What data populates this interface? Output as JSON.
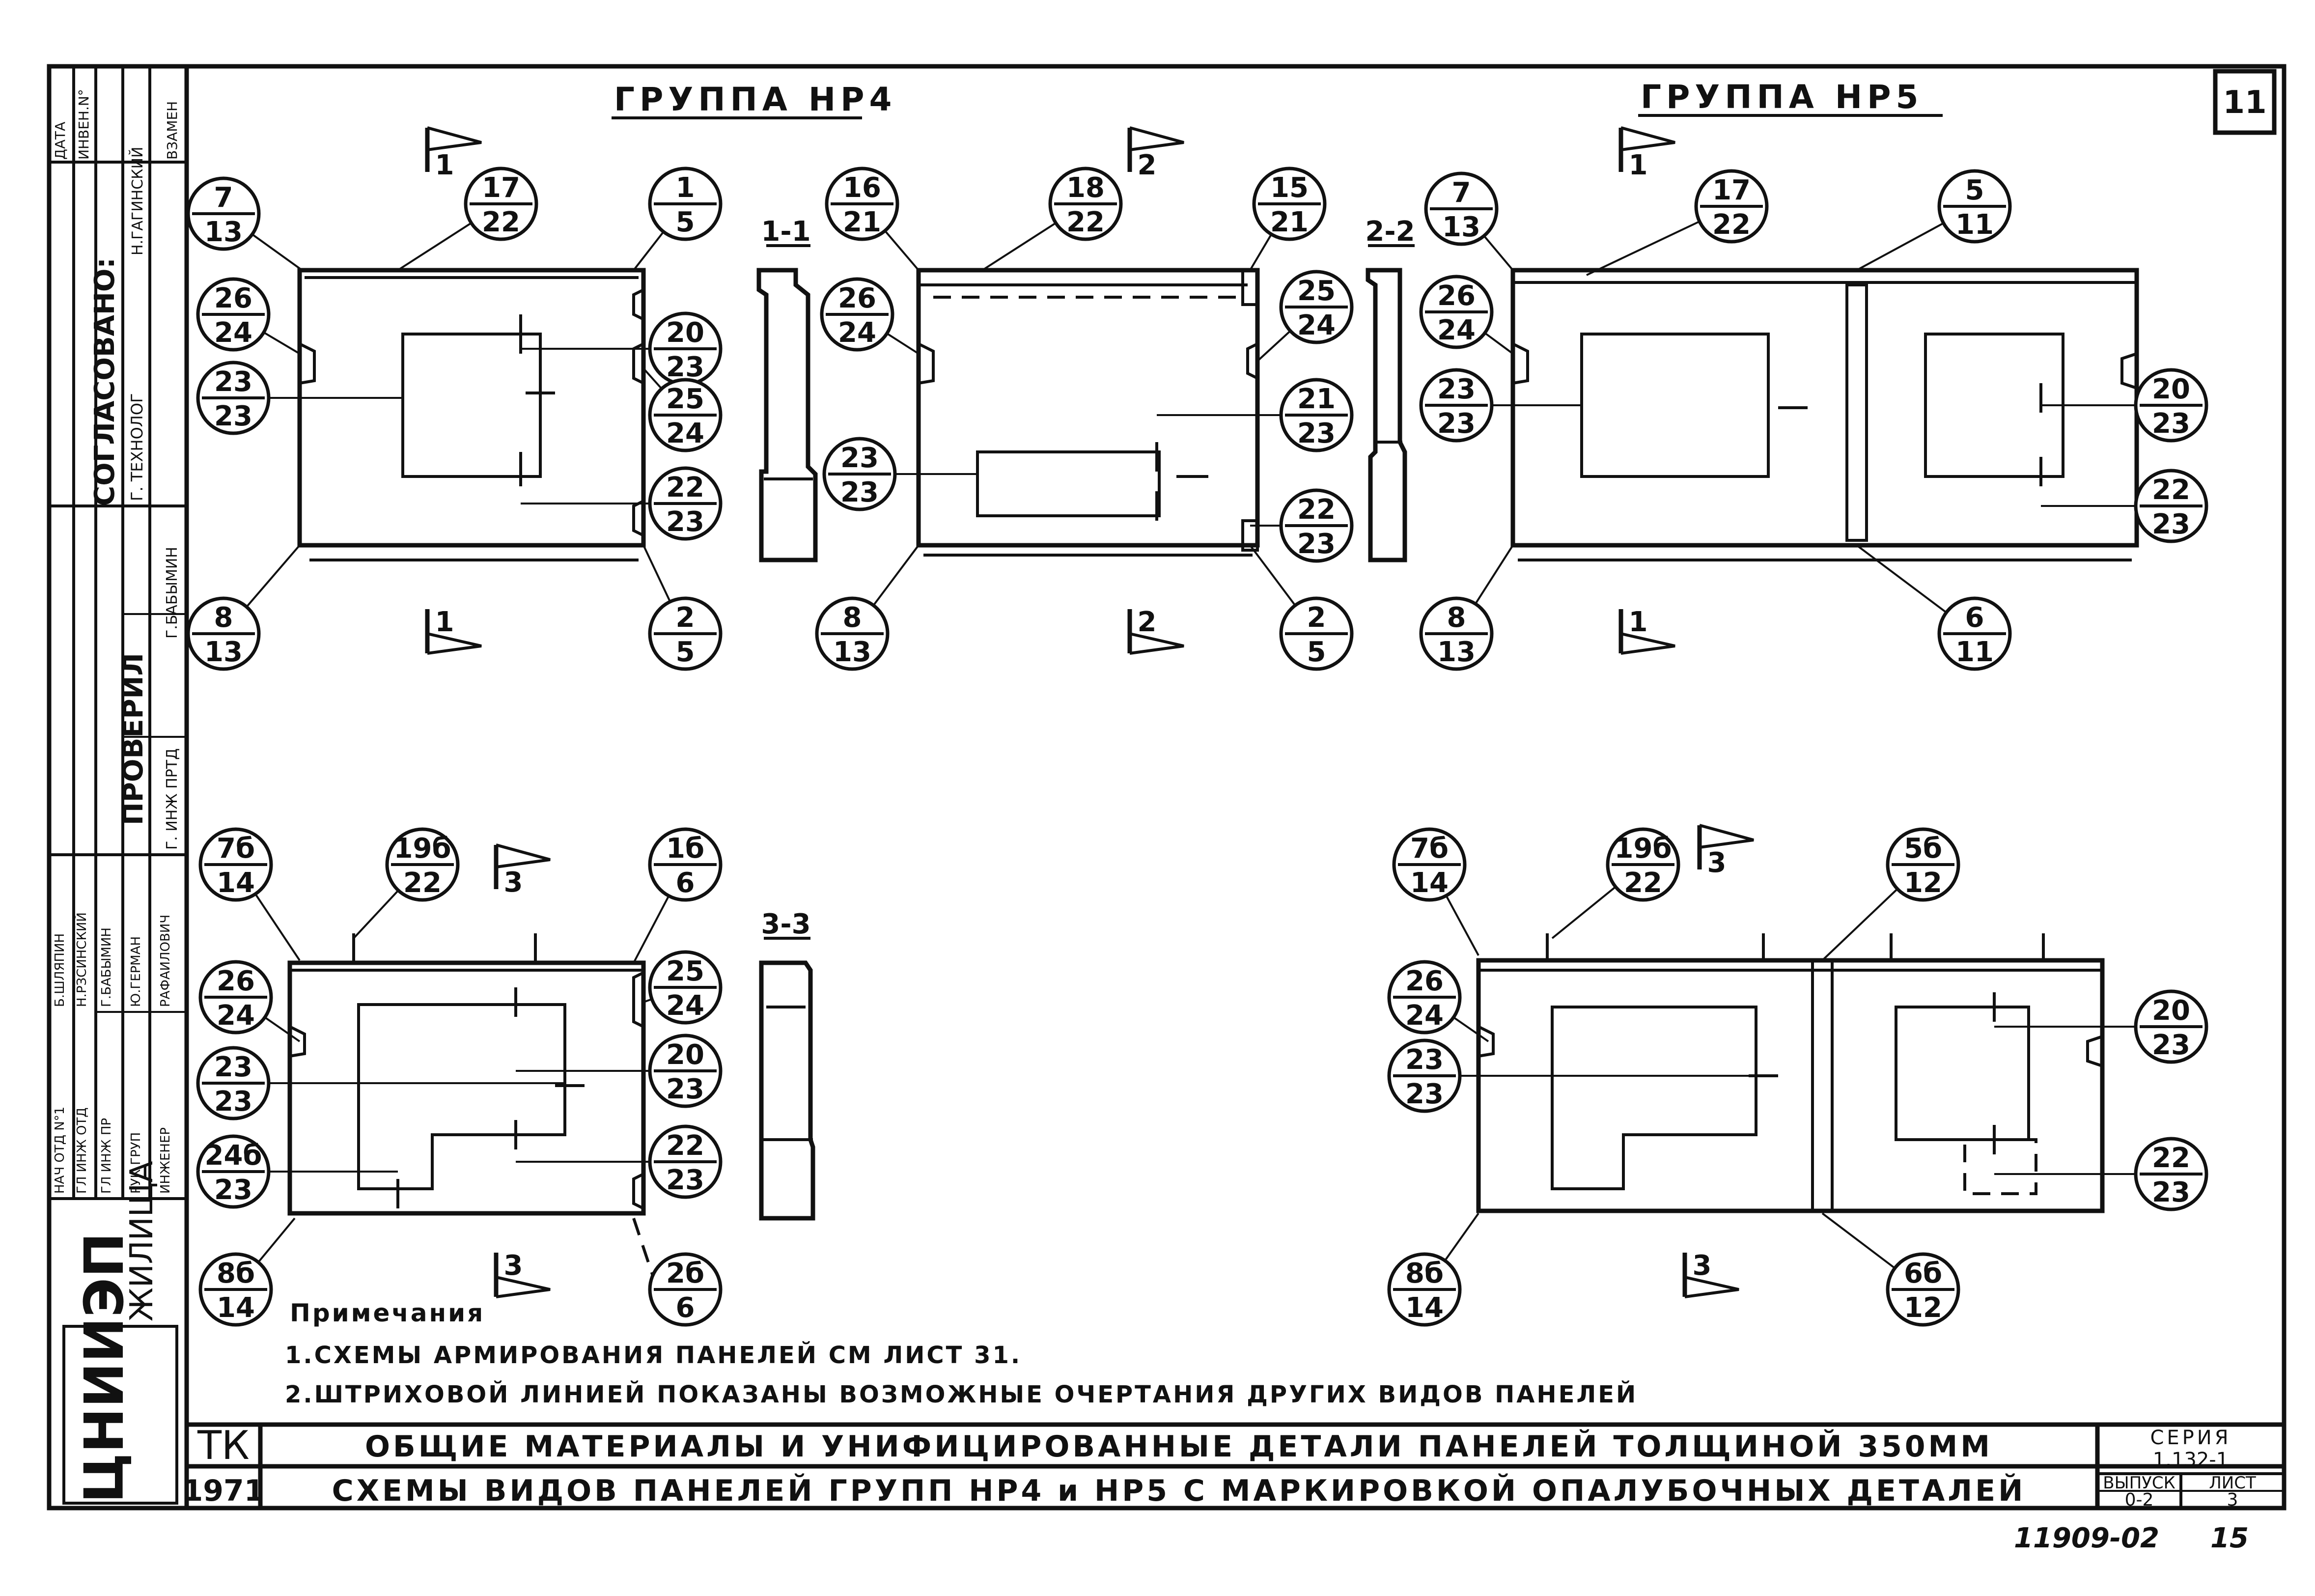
{
  "sheet_number": "11",
  "groups": {
    "hp4": "ГРУППА  НР4",
    "hp5": "ГРУППА  НР5"
  },
  "sections": {
    "s11": "1-1",
    "s22": "2-2",
    "s33": "3-3"
  },
  "cut_marks": {
    "c1": "1",
    "c2": "2",
    "c3": "3"
  },
  "callouts": {
    "p1": {
      "top": "7",
      "bottom": "13"
    },
    "p2": {
      "top": "17",
      "bottom": "22"
    },
    "p3": {
      "top": "1",
      "bottom": "5"
    },
    "p4": {
      "top": "26",
      "bottom": "24"
    },
    "p5": {
      "top": "23",
      "bottom": "23"
    },
    "p6": {
      "top": "20",
      "bottom": "23"
    },
    "p7": {
      "top": "25",
      "bottom": "24"
    },
    "p8": {
      "top": "22",
      "bottom": "23"
    },
    "p9": {
      "top": "8",
      "bottom": "13"
    },
    "p10": {
      "top": "2",
      "bottom": "5"
    },
    "p11": {
      "top": "16",
      "bottom": "21"
    },
    "p12": {
      "top": "18",
      "bottom": "22"
    },
    "p13": {
      "top": "15",
      "bottom": "21"
    },
    "p14": {
      "top": "26",
      "bottom": "24"
    },
    "p15": {
      "top": "25",
      "bottom": "24"
    },
    "p16": {
      "top": "21",
      "bottom": "23"
    },
    "p17": {
      "top": "23",
      "bottom": "23"
    },
    "p18": {
      "top": "22",
      "bottom": "23"
    },
    "p19": {
      "top": "8",
      "bottom": "13"
    },
    "p20": {
      "top": "2",
      "bottom": "5"
    },
    "p21": {
      "top": "7",
      "bottom": "13"
    },
    "p22": {
      "top": "17",
      "bottom": "22"
    },
    "p23": {
      "top": "5",
      "bottom": "11"
    },
    "p24": {
      "top": "26",
      "bottom": "24"
    },
    "p25": {
      "top": "23",
      "bottom": "23"
    },
    "p26": {
      "top": "20",
      "bottom": "23"
    },
    "p27": {
      "top": "22",
      "bottom": "23"
    },
    "p28": {
      "top": "8",
      "bottom": "13"
    },
    "p29": {
      "top": "6",
      "bottom": "11"
    },
    "p30": {
      "top": "7б",
      "bottom": "14"
    },
    "p31": {
      "top": "19б",
      "bottom": "22"
    },
    "p32": {
      "top": "1б",
      "bottom": "6"
    },
    "p33": {
      "top": "26",
      "bottom": "24"
    },
    "p34": {
      "top": "25",
      "bottom": "24"
    },
    "p35": {
      "top": "23",
      "bottom": "23"
    },
    "p36": {
      "top": "20",
      "bottom": "23"
    },
    "p37": {
      "top": "24б",
      "bottom": "23"
    },
    "p38": {
      "top": "22",
      "bottom": "23"
    },
    "p39": {
      "top": "8б",
      "bottom": "14"
    },
    "p40": {
      "top": "2б",
      "bottom": "6"
    },
    "p41": {
      "top": "7б",
      "bottom": "14"
    },
    "p42": {
      "top": "19б",
      "bottom": "22"
    },
    "p43": {
      "top": "5б",
      "bottom": "12"
    },
    "p44": {
      "top": "26",
      "bottom": "24"
    },
    "p45": {
      "top": "23",
      "bottom": "23"
    },
    "p46": {
      "top": "20",
      "bottom": "23"
    },
    "p47": {
      "top": "22",
      "bottom": "23"
    },
    "p48": {
      "top": "8б",
      "bottom": "14"
    },
    "p49": {
      "top": "6б",
      "bottom": "12"
    }
  },
  "notes": {
    "heading": "Примечания",
    "n1": "1.СХЕМЫ АРМИРОВАНИЯ ПАНЕЛЕЙ СМ ЛИСТ 31.",
    "n2": "2.ШТРИХОВОЙ ЛИНИЕЙ ПОКАЗАНЫ ВОЗМОЖНЫЕ ОЧЕРТАНИЯ ДРУГИХ ВИДОВ ПАНЕЛЕЙ"
  },
  "title_block": {
    "code": "ТК",
    "year": "1971",
    "line1": "ОБЩИЕ  МАТЕРИАЛЫ  И  УНИФИЦИРОВАННЫЕ  ДЕТАЛИ  ПАНЕЛЕЙ  ТОЛЩИНОЙ  350ММ",
    "line2": "СХЕМЫ ВИДОВ ПАНЕЛЕЙ  ГРУПП   НР4 и НР5  С  МАРКИРОВКОЙ  ОПАЛУБОЧНЫХ  ДЕТАЛЕЙ",
    "series_label": "СЕРИЯ",
    "series_value": "1.132-1",
    "issue_label": "ВЫПУСК",
    "issue_value": "0-2",
    "sheet_label": "ЛИСТ",
    "sheet_value": "3"
  },
  "footer": {
    "code": "11909-02",
    "page": "15"
  },
  "left_stamp": {
    "agreed": "СОГЛАСОВАНО:",
    "checked": "ПРОВЕРИЛ",
    "org": "ЖИЛИЩА",
    "logo": "ЦНИИЭП",
    "header1": "ДАТА",
    "header2": "ИНВЕН.N°",
    "header3": "ВЗАМЕН",
    "tech": "Г. ТЕХНОЛОГ",
    "gagin": "Н.ГАГИНСКИЙ",
    "inzh_prtd": "Г. ИНЖ ПРТД",
    "babymin": "Г.БАБЫМИН",
    "roles": [
      "НАЧ ОТД N°1",
      "ГЛ ИНЖ ОТД",
      "ГЛ ИНЖ ПР",
      "РУК ГРУП",
      "ИНЖЕНЕР"
    ],
    "names": [
      "Б.ШЛЯПИН",
      "Н.РЗСИНСКИЙ",
      "Г.БАБЫМИН",
      "Ю.ГЕРМАН",
      "РАФАИЛОВИЧ"
    ]
  }
}
